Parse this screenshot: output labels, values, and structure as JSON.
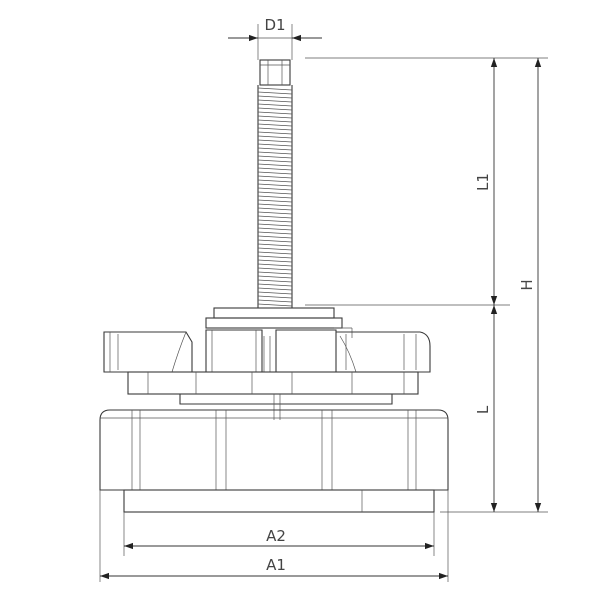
{
  "dimensions": {
    "d1": "D1",
    "l1": "L1",
    "h": "H",
    "l": "L",
    "a1": "A1",
    "a2": "A2"
  }
}
